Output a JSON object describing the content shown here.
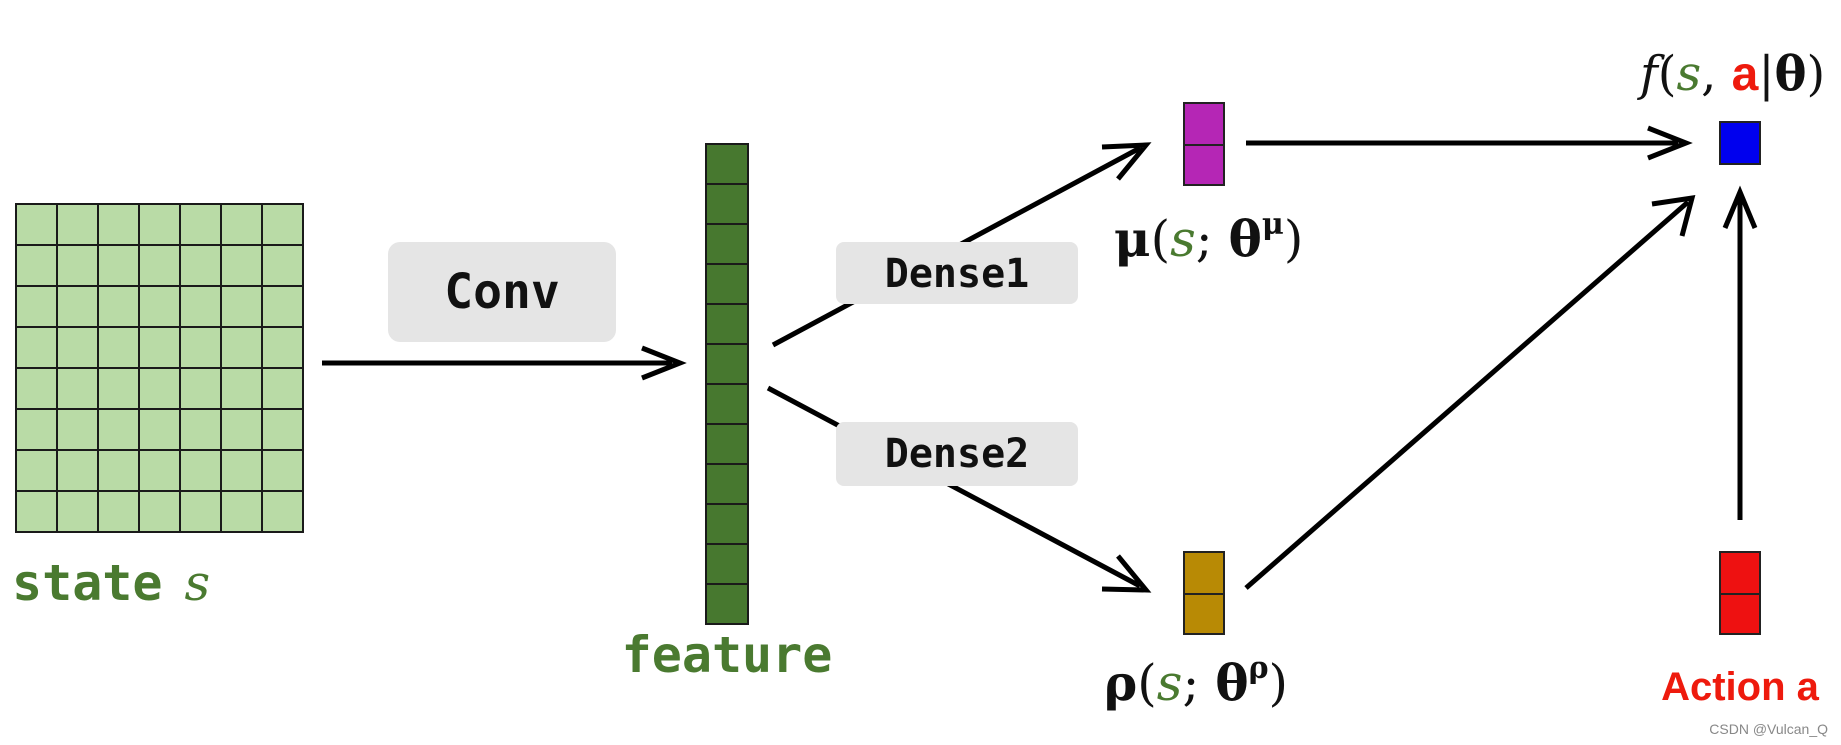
{
  "state": {
    "label": "state",
    "symbol": "s",
    "rows": 8,
    "cols": 7
  },
  "conv": {
    "label": "Conv"
  },
  "feature": {
    "label": "feature",
    "cells": 12
  },
  "dense1": {
    "label": "Dense1"
  },
  "dense2": {
    "label": "Dense2"
  },
  "mu": {
    "symbol": "μ",
    "open_paren": "(",
    "s": "s",
    "sep": "; ",
    "theta": "θ",
    "sup": "μ",
    "close_paren": ")"
  },
  "rho": {
    "symbol": "ρ",
    "open_paren": "(",
    "s": "s",
    "sep": "; ",
    "theta": "θ",
    "sup": "ρ",
    "close_paren": ")"
  },
  "f": {
    "symbol": "f",
    "open_paren": "(",
    "s": "s",
    "comma": ", ",
    "a": "a",
    "bar": "|",
    "theta": "θ",
    "close_paren": ")"
  },
  "action": {
    "label": "Action a"
  },
  "watermark": {
    "text": "CSDN @Vulcan_Q"
  },
  "colors": {
    "state_fill": "#b9dba6",
    "state_green": "#4a7a30",
    "feature_fill": "#47782f",
    "mu_fill": "#b526b5",
    "rho_fill": "#b88a05",
    "f_fill": "#0000ee",
    "action_fill": "#ee1111",
    "action_text": "#ee1a0d",
    "label_box": "#e5e5e5",
    "arrow": "#000000"
  }
}
